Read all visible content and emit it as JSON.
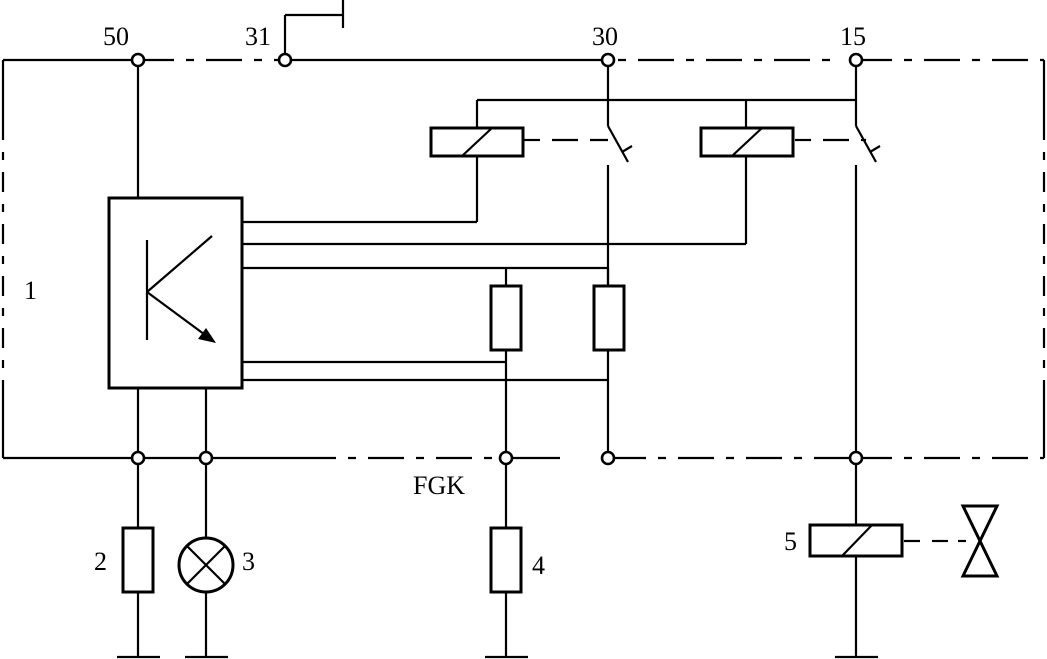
{
  "terminals": {
    "t50": "50",
    "t31": "31",
    "t30": "30",
    "t15": "15",
    "fgk": "FGK"
  },
  "components": {
    "c1": "1",
    "c2": "2",
    "c3": "3",
    "c4": "4",
    "c5": "5"
  },
  "controller_symbol": "K"
}
